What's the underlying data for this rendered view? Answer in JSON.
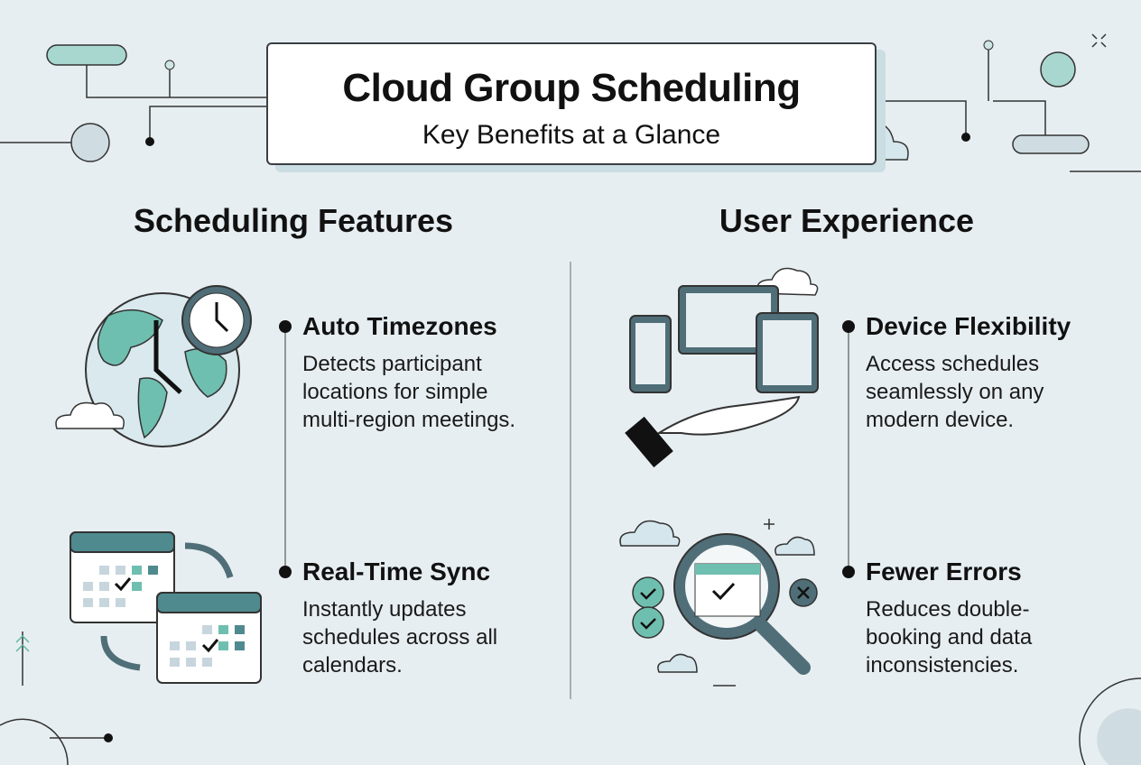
{
  "header": {
    "title": "Cloud Group Scheduling",
    "subtitle": "Key Benefits at a Glance"
  },
  "sections": [
    {
      "heading": "Scheduling Features",
      "items": [
        {
          "title": "Auto Timezones",
          "description": "Detects participant locations for simple multi-region meetings.",
          "icon": "globe-clock-icon"
        },
        {
          "title": "Real-Time Sync",
          "description": "Instantly updates schedules across all calendars.",
          "icon": "calendar-sync-icon"
        }
      ]
    },
    {
      "heading": "User Experience",
      "items": [
        {
          "title": "Device Flexibility",
          "description": "Access schedules seamlessly on any modern device.",
          "icon": "devices-hand-icon"
        },
        {
          "title": "Fewer Errors",
          "description": "Reduces double-booking and data inconsistencies.",
          "icon": "magnifier-check-icon"
        }
      ]
    }
  ],
  "colors": {
    "background": "#e7eef1",
    "accent": "#5fb8a8",
    "dark": "#4a6670",
    "light": "#cfe3ea"
  }
}
